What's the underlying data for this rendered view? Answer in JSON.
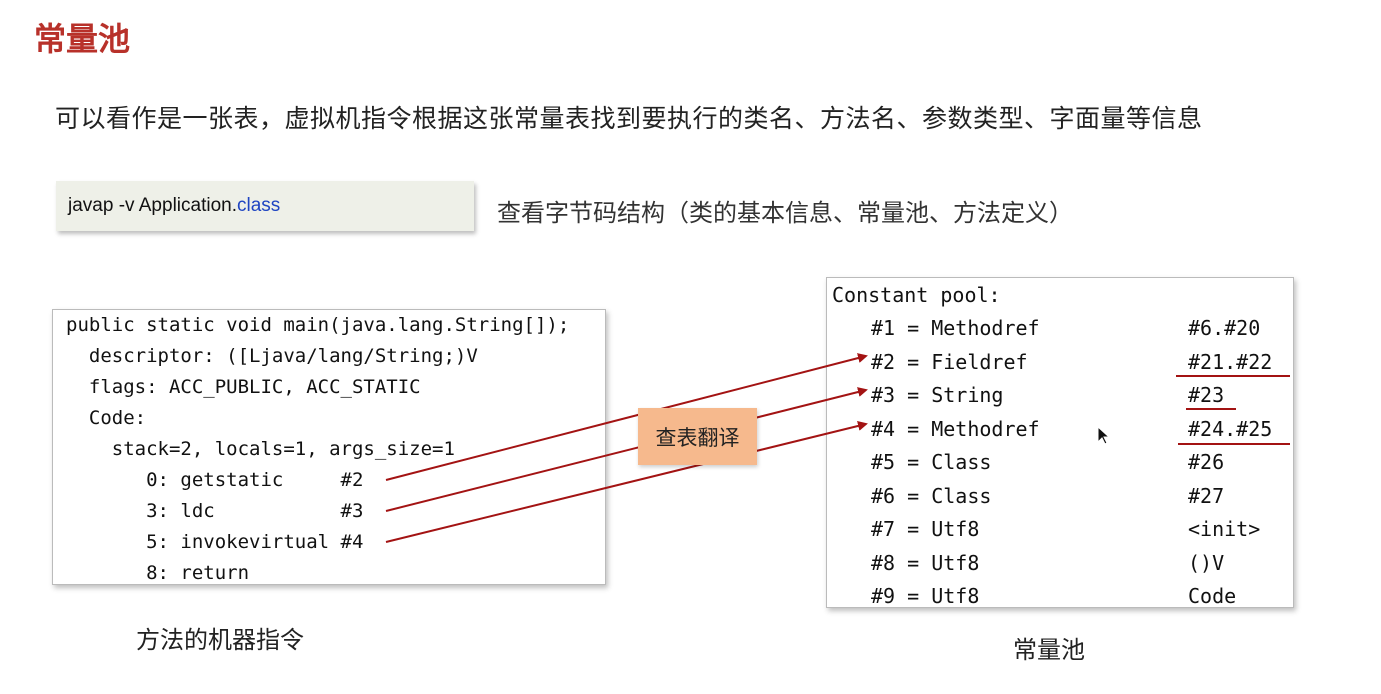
{
  "slide": {
    "title": "常量池",
    "description": "可以看作是一张表，虚拟机指令根据这张常量表找到要执行的类名、方法名、参数类型、字面量等信息",
    "command": {
      "prefix": "javap -v Application.",
      "keyword": "class"
    },
    "command_note": "查看字节码结构（类的基本信息、常量池、方法定义）",
    "lookup_label": "查表翻译",
    "method_caption": "方法的机器指令",
    "pool_caption": "常量池"
  },
  "bytecode": {
    "lines": [
      "public static void main(java.lang.String[]);",
      "  descriptor: ([Ljava/lang/String;)V",
      "  flags: ACC_PUBLIC, ACC_STATIC",
      "  Code:",
      "    stack=2, locals=1, args_size=1",
      "       0: getstatic     #2",
      "       3: ldc           #3",
      "       5: invokevirtual #4",
      "       8: return"
    ]
  },
  "constant_pool": {
    "header": "Constant pool:",
    "entries": [
      {
        "index": "#1 = Methodref",
        "value": "#6.#20"
      },
      {
        "index": "#2 = Fieldref",
        "value": "#21.#22"
      },
      {
        "index": "#3 = String",
        "value": "#23"
      },
      {
        "index": "#4 = Methodref",
        "value": "#24.#25"
      },
      {
        "index": "#5 = Class",
        "value": "#26"
      },
      {
        "index": "#6 = Class",
        "value": "#27"
      },
      {
        "index": "#7 = Utf8",
        "value": "<init>"
      },
      {
        "index": "#8 = Utf8",
        "value": "()V"
      },
      {
        "index": "#9 = Utf8",
        "value": "Code"
      }
    ]
  },
  "colors": {
    "title": "#b8312a",
    "arrow": "#a31313",
    "keyword": "#1f45c2",
    "lookup_bg": "#f6b98d"
  }
}
